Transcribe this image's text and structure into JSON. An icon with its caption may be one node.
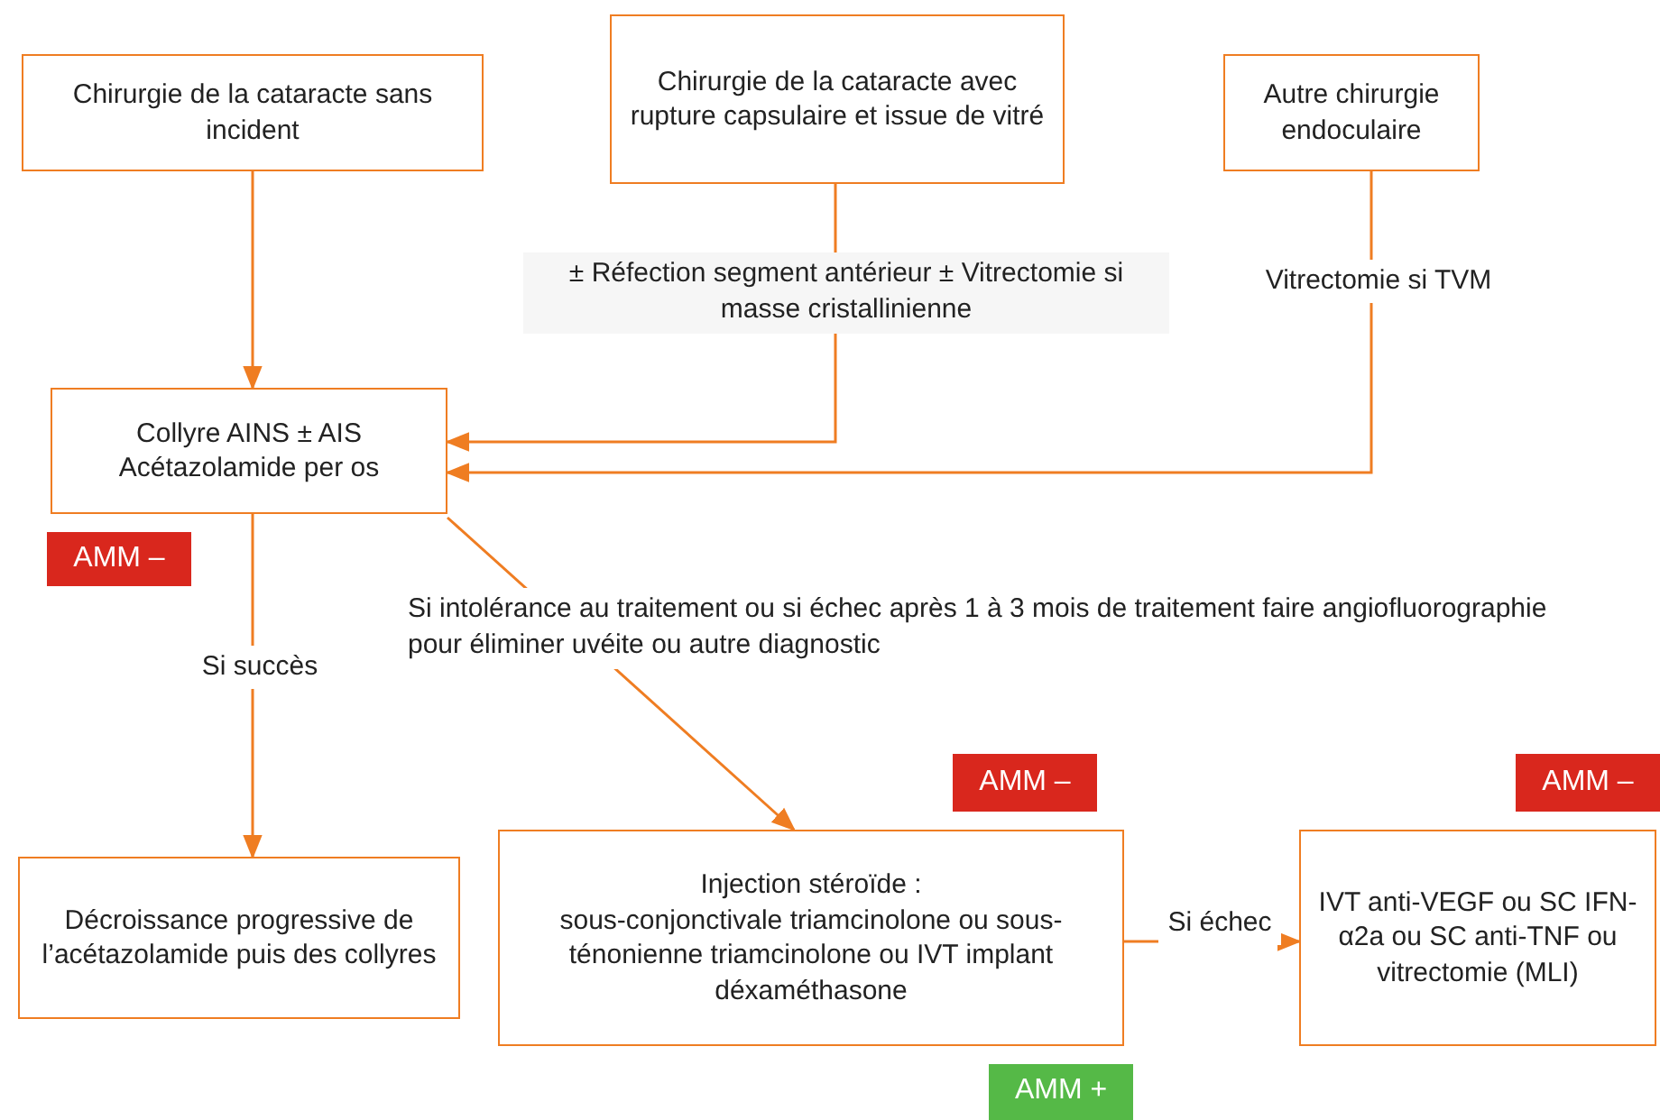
{
  "diagram": {
    "nodes": [
      {
        "text": [
          "Chirurgie de la cataracte sans incident"
        ]
      },
      {
        "text": [
          "Chirurgie de la cataracte avec rupture capsulaire et issue de vitré"
        ]
      },
      {
        "text": [
          "Autre chirurgie endoculaire"
        ]
      },
      {
        "text": [
          "Collyre AINS ± AIS Acétazolamide per os"
        ]
      },
      {
        "text": [
          "AMM –"
        ]
      },
      {
        "text": [
          "AMM –"
        ]
      },
      {
        "text": [
          "AMM –"
        ]
      },
      {
        "text": [
          "Décroissance progressive de l’acétazolamide puis des collyres"
        ]
      },
      {
        "text": [
          "Injection stéroïde :",
          "sous-conjonctivale triamcinolone ou sous-ténonienne triamcinolone ou IVT implant déxaméthasone"
        ]
      },
      {
        "text": [
          "IVT anti-VEGF ou SC IFN-α2a ou SC anti-TNF ou vitrectomie (MLI)"
        ]
      },
      {
        "text": [
          "AMM +"
        ]
      }
    ],
    "edges": [
      {
        "from": 0,
        "to": 3,
        "arrow": "to"
      },
      {
        "from": 1,
        "to": 3,
        "arrow": "to",
        "label": "± Réfection segment antérieur ± Vitrectomie si masse cristallinienne"
      },
      {
        "from": 2,
        "to": 3,
        "arrow": "to",
        "label": "Vitrectomie si TVM"
      },
      {
        "from": 3,
        "to": 7,
        "arrow": "to",
        "label": "Si succès"
      },
      {
        "from": 3,
        "to": 8,
        "arrow": "to",
        "label": "Si intolérance au traitement ou si échec après 1 à 3 mois de traitement faire angiofluorographie pour éliminer uvéite ou autre diagnostic"
      },
      {
        "from": 8,
        "to": 9,
        "arrow": "to",
        "label": "Si échec"
      }
    ]
  }
}
